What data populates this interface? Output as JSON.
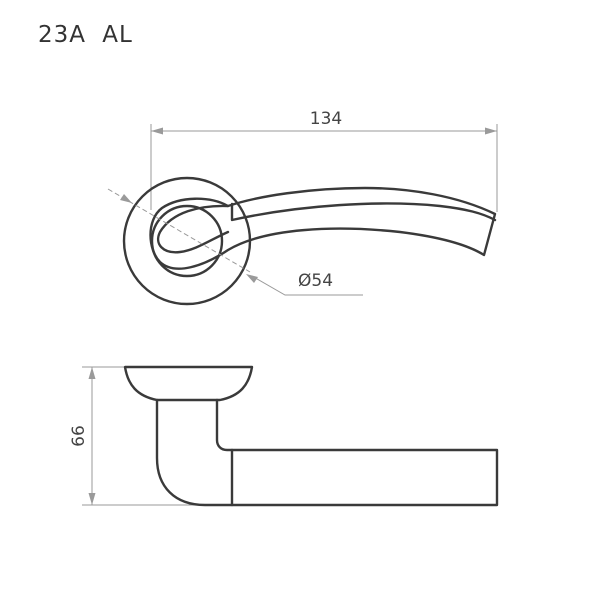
{
  "title": "23A AL",
  "dimensions": {
    "length": "134",
    "rosette_diameter": "Ø54",
    "height": "66"
  },
  "colors": {
    "outline": "#3a3a3a",
    "dimension_line": "#9a9a9a",
    "text": "#444444"
  }
}
